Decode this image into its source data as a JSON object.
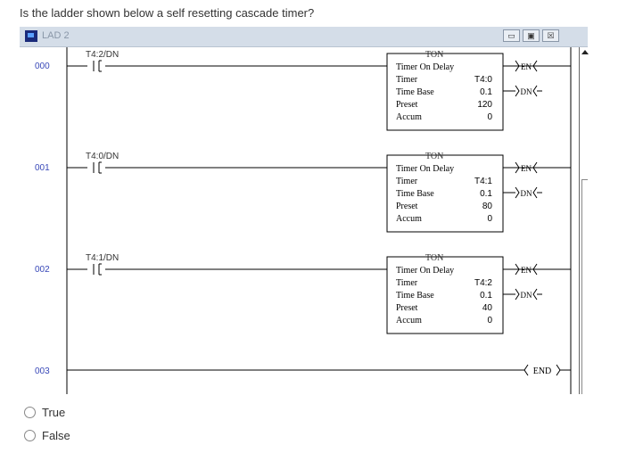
{
  "question": "Is the ladder shown below a self resetting cascade timer?",
  "window": {
    "title": "LAD 2",
    "min": "▭",
    "max": "▣",
    "close": "☒"
  },
  "rungs": [
    {
      "num": "000",
      "contact": "T4:2/DN",
      "instr": "TON",
      "desc": "Timer On Delay",
      "timer_label": "Timer",
      "timer": "T4:0",
      "base_label": "Time Base",
      "base": "0.1",
      "preset_label": "Preset",
      "preset": "120",
      "accum_label": "Accum",
      "accum": "0",
      "en": "EN",
      "dn": "DN"
    },
    {
      "num": "001",
      "contact": "T4:0/DN",
      "instr": "TON",
      "desc": "Timer On Delay",
      "timer_label": "Timer",
      "timer": "T4:1",
      "base_label": "Time Base",
      "base": "0.1",
      "preset_label": "Preset",
      "preset": "80",
      "accum_label": "Accum",
      "accum": "0",
      "en": "EN",
      "dn": "DN"
    },
    {
      "num": "002",
      "contact": "T4:1/DN",
      "instr": "TON",
      "desc": "Timer On Delay",
      "timer_label": "Timer",
      "timer": "T4:2",
      "base_label": "Time Base",
      "base": "0.1",
      "preset_label": "Preset",
      "preset": "40",
      "accum_label": "Accum",
      "accum": "0",
      "en": "EN",
      "dn": "DN"
    }
  ],
  "end_rung": {
    "num": "003",
    "label": "END"
  },
  "answers": [
    {
      "label": "True"
    },
    {
      "label": "False"
    }
  ]
}
